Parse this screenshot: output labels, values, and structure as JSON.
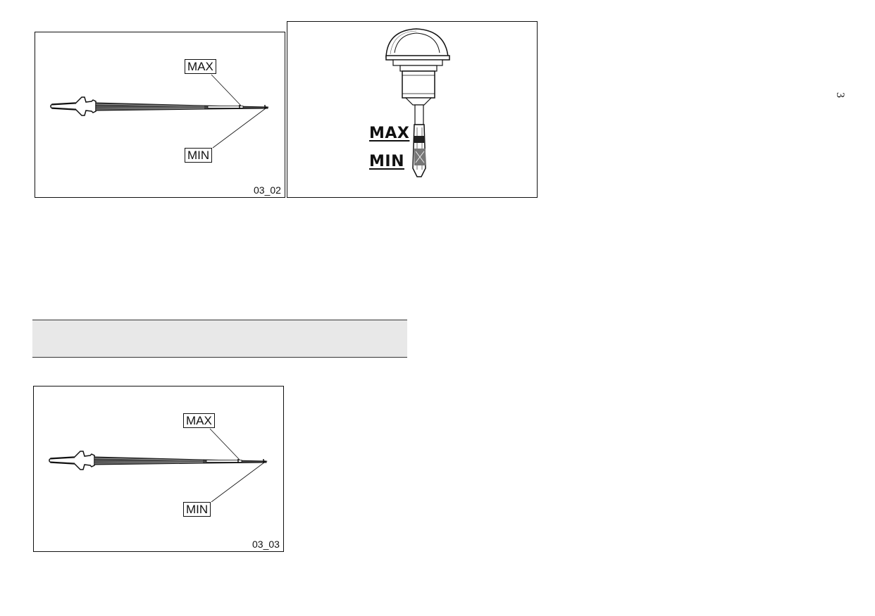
{
  "page": {
    "number": "3"
  },
  "figures": [
    {
      "id": "fig-dipstick-1",
      "max_label": "MAX",
      "min_label": "MIN",
      "code": "03_02"
    },
    {
      "id": "fig-filler-cap",
      "max_label": "MAX",
      "min_label": "MIN"
    },
    {
      "id": "fig-dipstick-2",
      "max_label": "MAX",
      "min_label": "MIN",
      "code": "03_03"
    }
  ],
  "note": {
    "text": ""
  }
}
